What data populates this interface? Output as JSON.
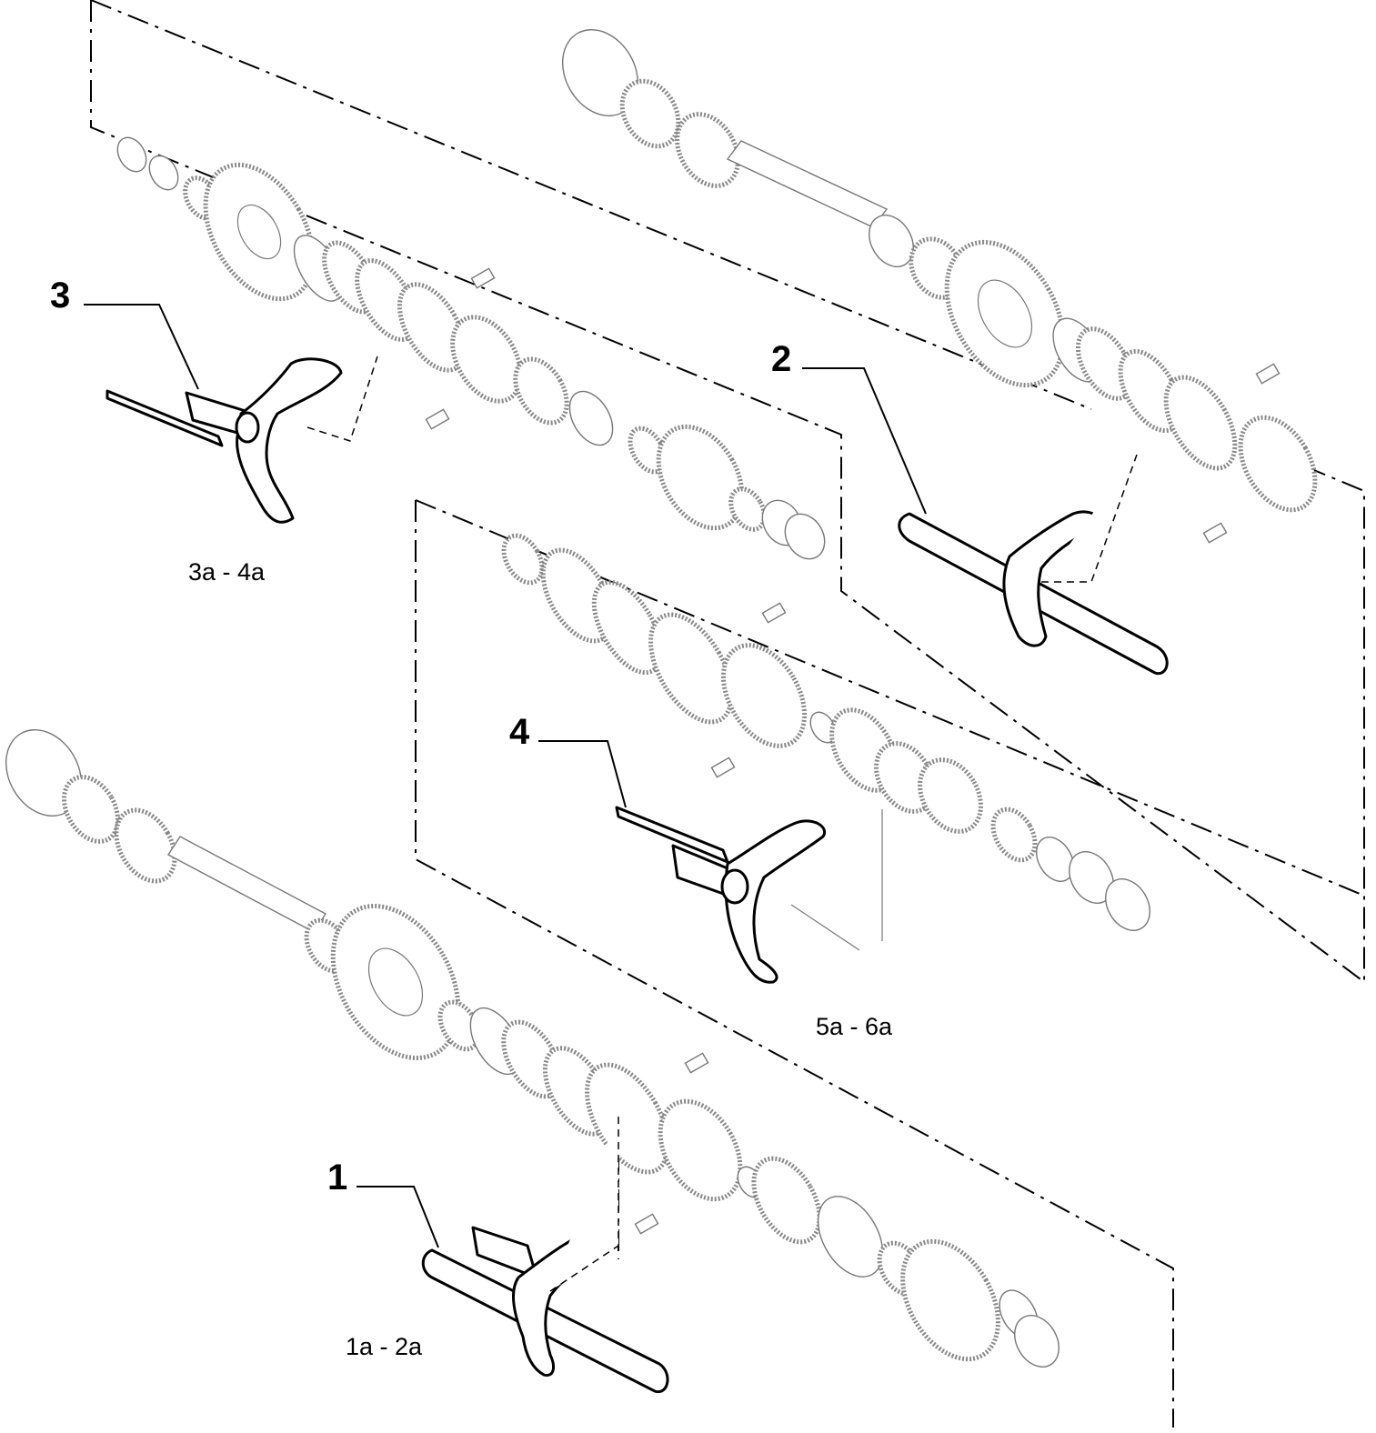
{
  "callouts": [
    {
      "number": "1",
      "gear_pair": "1a - 2a"
    },
    {
      "number": "2",
      "gear_pair": ""
    },
    {
      "number": "3",
      "gear_pair": "3a - 4a"
    },
    {
      "number": "4",
      "gear_pair": "5a - 6a"
    }
  ]
}
